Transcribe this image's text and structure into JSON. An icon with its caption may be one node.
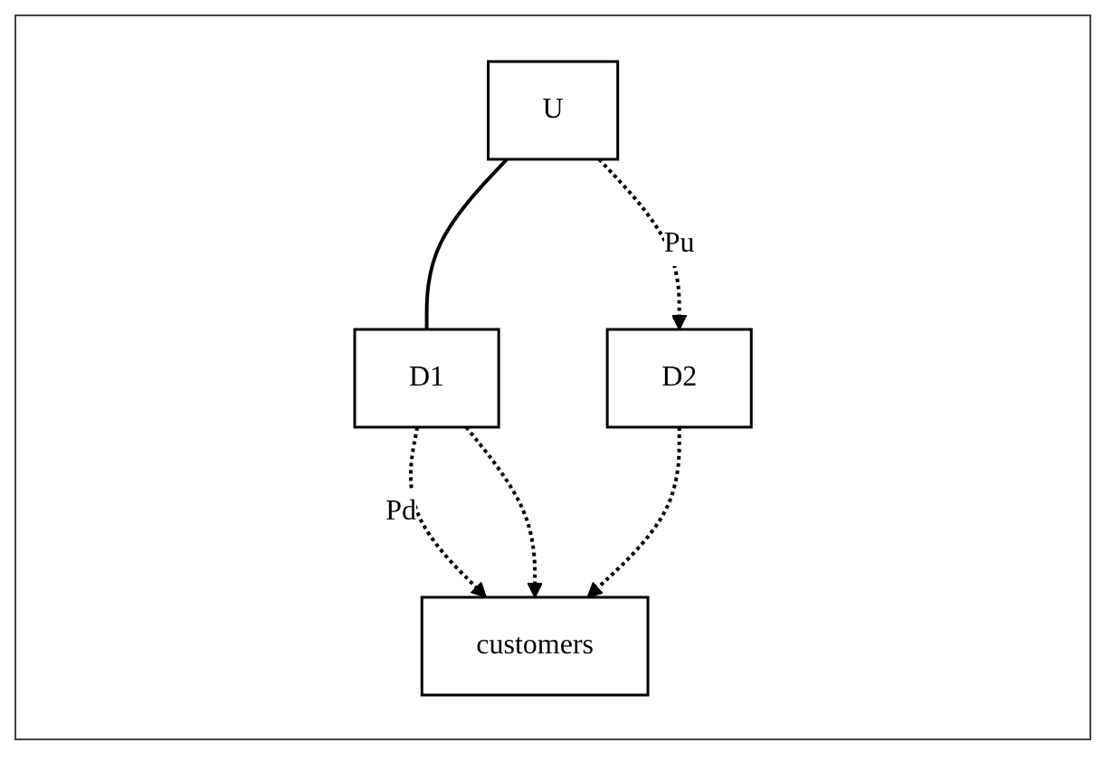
{
  "diagram": {
    "nodes": [
      {
        "text": [
          "U"
        ]
      },
      {
        "text": [
          "D1"
        ]
      },
      {
        "text": [
          "D2"
        ]
      },
      {
        "text": [
          "customers"
        ]
      }
    ],
    "edges": [
      {
        "from": 0,
        "to": 1,
        "arrow": "none"
      },
      {
        "from": 0,
        "to": 2,
        "arrow": "to",
        "style": "dashed",
        "label": "Pu"
      },
      {
        "from": 1,
        "to": 3,
        "arrow": "to",
        "style": "dashed",
        "label": "Pd"
      },
      {
        "from": 1,
        "to": 3,
        "arrow": "to",
        "style": "dashed"
      },
      {
        "from": 2,
        "to": 3,
        "arrow": "to",
        "style": "dashed"
      }
    ]
  }
}
